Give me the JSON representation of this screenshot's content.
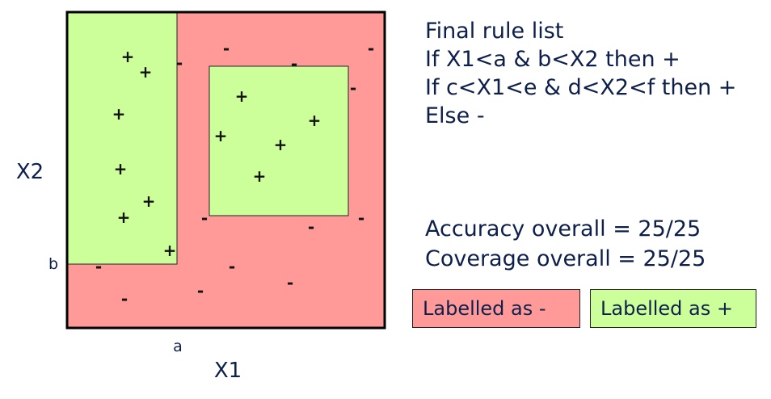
{
  "diagram": {
    "axis_x_label": "X1",
    "axis_y_label": "X2",
    "tick_a": "a",
    "tick_b": "b",
    "plus_symbol": "+",
    "minus_symbol": "-",
    "colors": {
      "negative_region": "#ff9a99",
      "positive_region": "#ccff99",
      "border": "#000000",
      "text": "#0d1f4a"
    }
  },
  "rules": {
    "title": "Final rule list",
    "rule1": "If X1<a & b<X2 then +",
    "rule2": "If c<X1<e & d<X2<f then +",
    "else": "Else -"
  },
  "metrics": {
    "accuracy": "Accuracy overall = 25/25",
    "coverage": "Coverage overall = 25/25"
  },
  "legend": {
    "negative_label": "Labelled as -",
    "positive_label": "Labelled as +"
  }
}
